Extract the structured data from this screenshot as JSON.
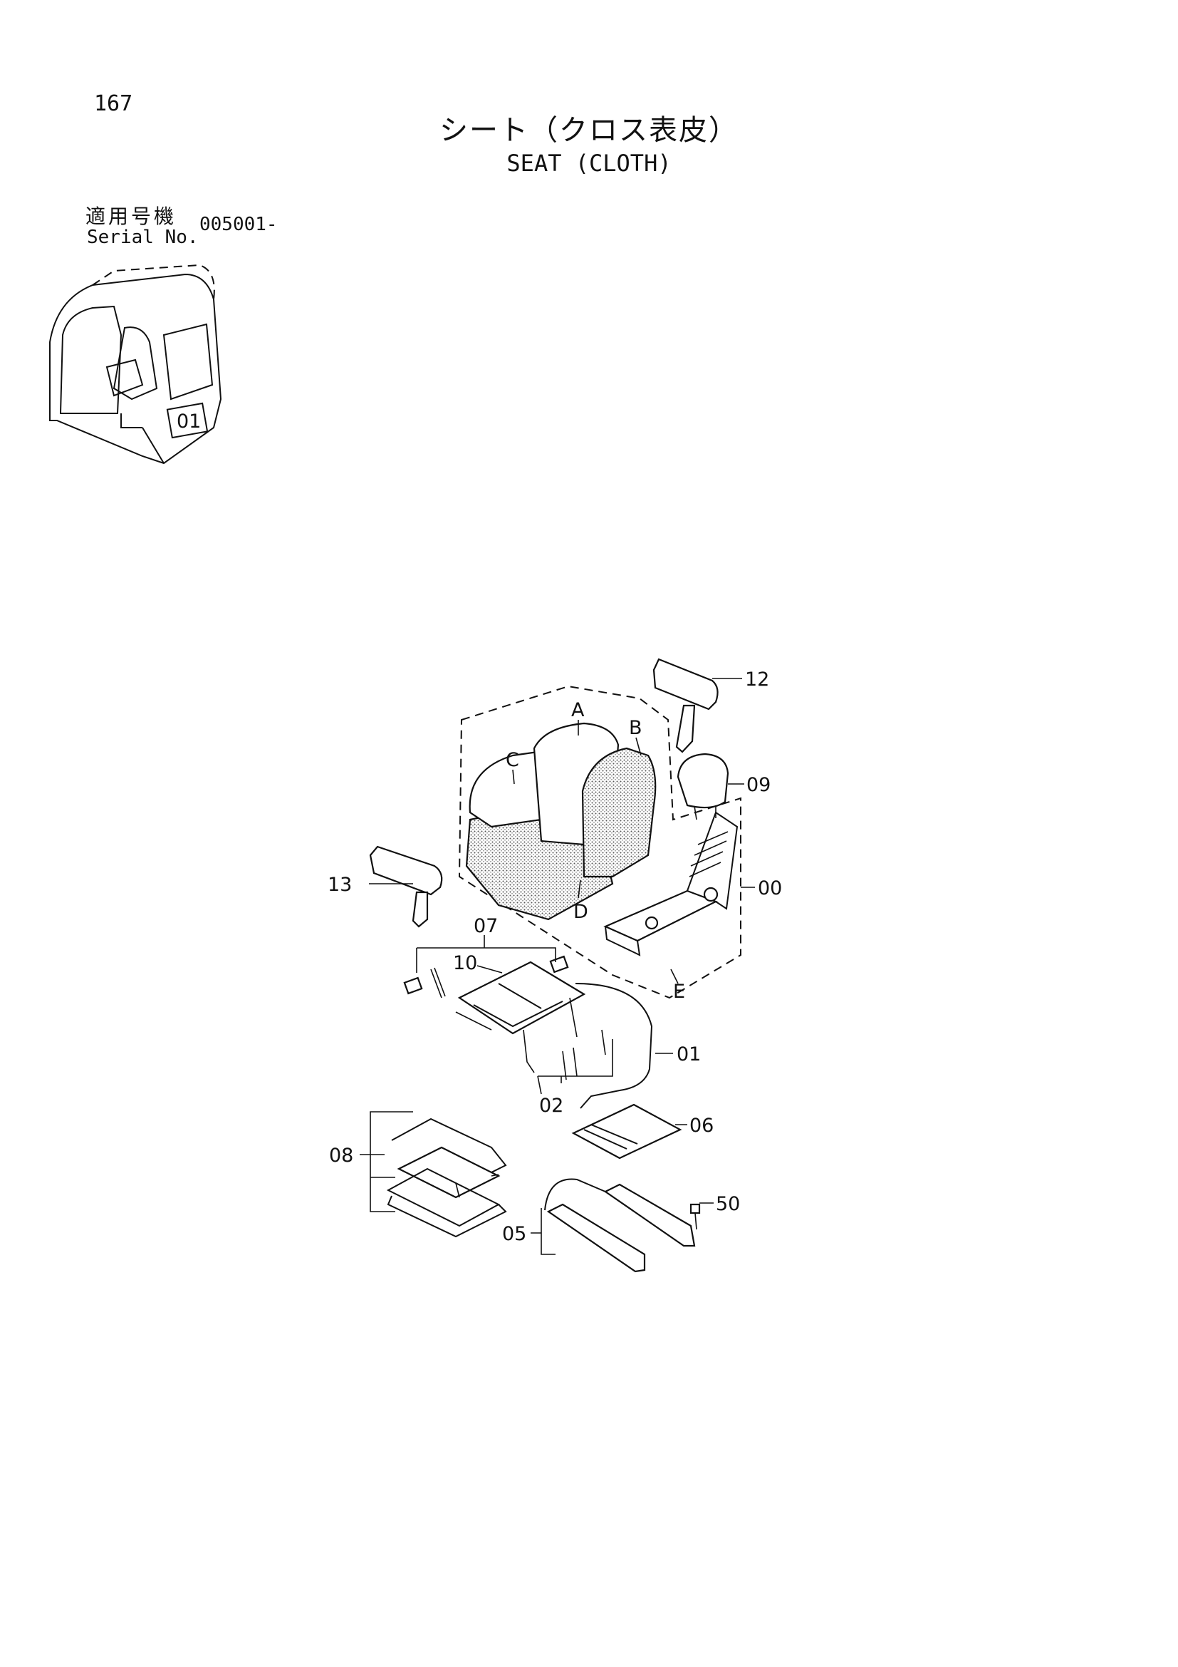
{
  "header": {
    "page_number": "167",
    "title_ja": "シート（クロス表皮）",
    "title_en": "SEAT (CLOTH)"
  },
  "serial": {
    "label_ja": "適用号機",
    "label_en": "Serial No.",
    "value": "005001-"
  },
  "locator": {
    "label": "01"
  },
  "callouts": {
    "c12": "12",
    "cA": "A",
    "cB": "B",
    "cC": "C",
    "c09": "09",
    "c00": "00",
    "c13": "13",
    "cD": "D",
    "c07": "07",
    "c10": "10",
    "cE": "E",
    "c01": "01",
    "c02": "02",
    "c06": "06",
    "c08": "08",
    "c50": "50",
    "c05": "05"
  }
}
